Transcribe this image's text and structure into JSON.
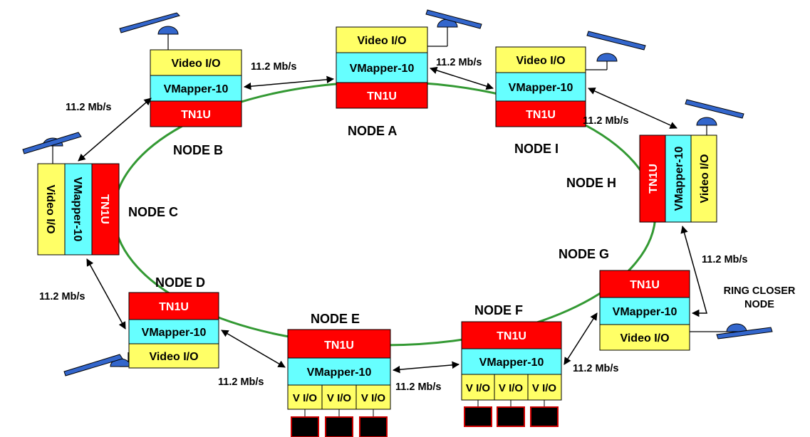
{
  "colors": {
    "video": "#FFFF66",
    "vmapper": "#66FFFF",
    "tn1u": "#FF0000",
    "ring": "#339933",
    "antenna": "#3366CC",
    "monitor": "#000000",
    "monitor_border": "#CC0000"
  },
  "blocks": {
    "video": "Video I/O",
    "vmapper": "VMapper-10",
    "tn1u": "TN1U",
    "vio": "V I/O"
  },
  "rate": "11.2 Mb/s",
  "nodes": {
    "a": "NODE A",
    "b": "NODE B",
    "c": "NODE C",
    "d": "NODE D",
    "e": "NODE E",
    "f": "NODE F",
    "g": "NODE G",
    "h": "NODE H",
    "i": "NODE I"
  },
  "ring_closer": {
    "line1": "RING CLOSER",
    "line2": "NODE"
  }
}
